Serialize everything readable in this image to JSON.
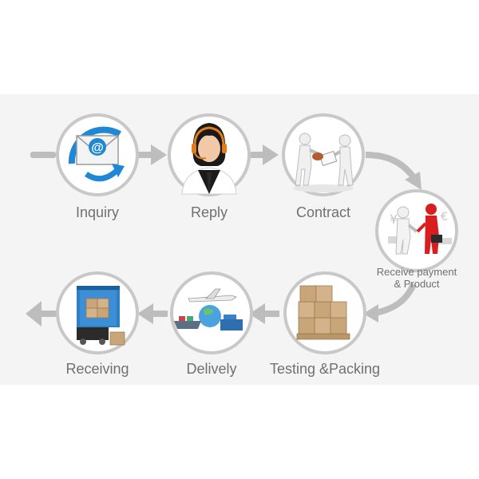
{
  "steps": [
    {
      "key": "inquiry",
      "label": "Inquiry",
      "icon": "email-icon"
    },
    {
      "key": "reply",
      "label": "Reply",
      "icon": "support-agent-icon"
    },
    {
      "key": "contract",
      "label": "Contract",
      "icon": "handshake-contract-icon"
    },
    {
      "key": "receive",
      "label_line1": "Receive payment",
      "label_line2": "& Product",
      "icon": "payment-handshake-icon"
    },
    {
      "key": "testing",
      "label": "Testing &Packing",
      "icon": "boxes-pallet-icon"
    },
    {
      "key": "delivery",
      "label": "Delively",
      "icon": "ship-plane-globe-icon"
    },
    {
      "key": "receiving",
      "label": "Receiving",
      "icon": "container-truck-icon"
    }
  ],
  "colors": {
    "arrow": "#bdbdbd",
    "circle_border": "#c8c8c8",
    "label": "#707070",
    "accent_blue": "#1e88d6",
    "box_brown": "#c9a57a",
    "red_figure": "#d81e1e"
  }
}
